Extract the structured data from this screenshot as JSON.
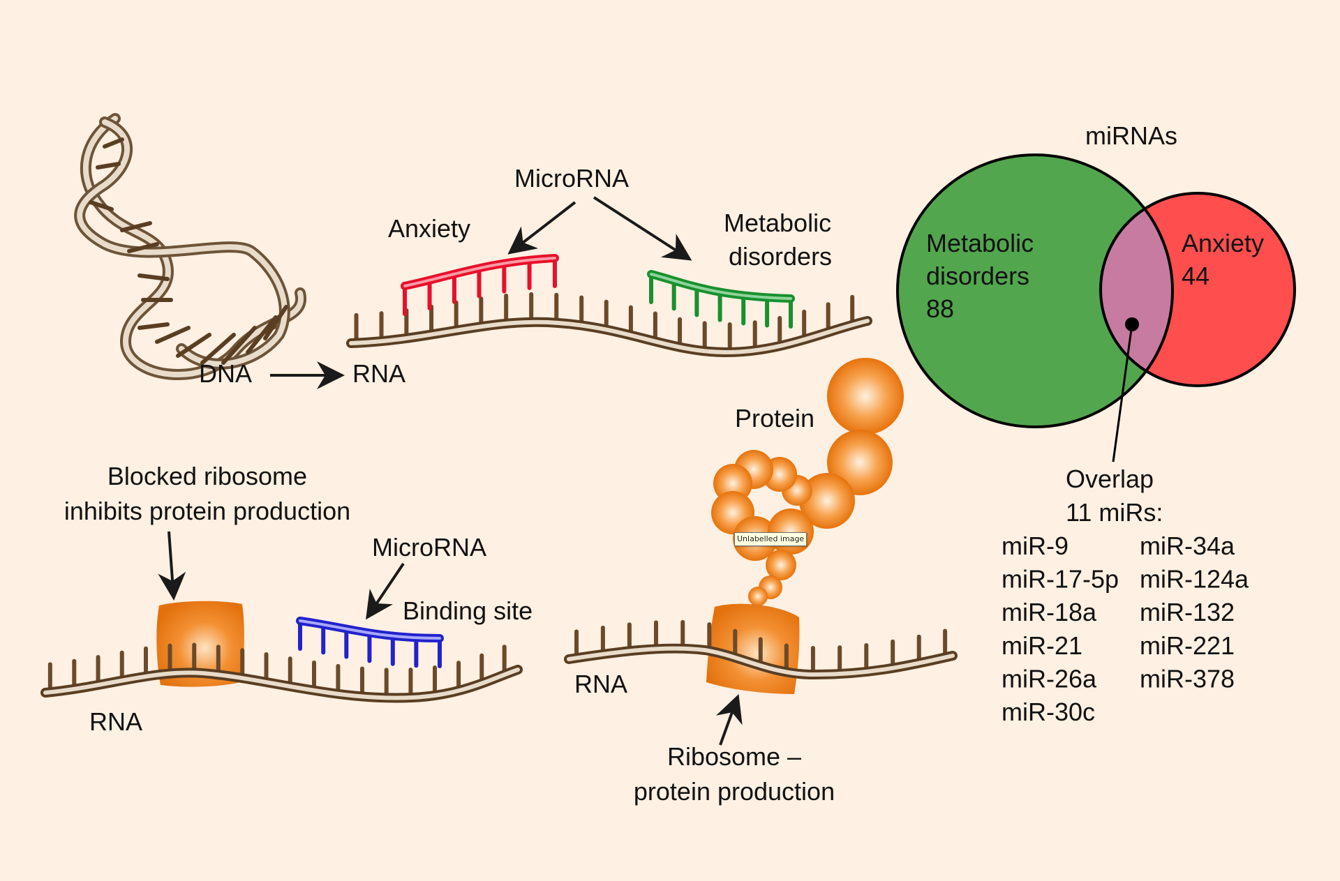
{
  "background_color": "#FEF0E2",
  "colors": {
    "metabolic": "#52A64E",
    "anxiety": "#FF4E4E",
    "overlap": "#C77BA0",
    "protein_orange": "#EE7D14",
    "rna_brown": "#8B7355",
    "mirna_red": "#F0283C",
    "mirna_green": "#1E9632",
    "mirna_blue": "#2828D2"
  },
  "top_panel": {
    "dna_label": "DNA",
    "rna_label": "RNA",
    "microrna_label": "MicroRNA",
    "anxiety_label": "Anxiety",
    "metabolic_line1": "Metabolic",
    "metabolic_line2": "disorders"
  },
  "venn": {
    "title": "miRNAs",
    "metabolic": {
      "line1": "Metabolic",
      "line2": "disorders",
      "count": "88"
    },
    "anxiety": {
      "line1": "Anxiety",
      "count": "44"
    },
    "overlap": {
      "line1": "Overlap",
      "line2": "11 miRs:",
      "left_column": [
        "miR-9",
        "miR-17-5p",
        "miR-18a",
        "miR-21",
        "miR-26a",
        "miR-30c"
      ],
      "right_column": [
        "miR-34a",
        "miR-124a",
        "miR-132",
        "miR-221",
        "miR-378"
      ]
    }
  },
  "bottom_left_panel": {
    "blocked_line1": "Blocked ribosome",
    "blocked_line2": "inhibits protein production",
    "microrna_label": "MicroRNA",
    "binding_site_label": "Binding site",
    "rna_label": "RNA"
  },
  "bottom_middle_panel": {
    "protein_label": "Protein",
    "rna_label": "RNA",
    "ribosome_line1": "Ribosome –",
    "ribosome_line2": "protein production"
  },
  "tooltip": {
    "text": "Unlabelled image"
  }
}
